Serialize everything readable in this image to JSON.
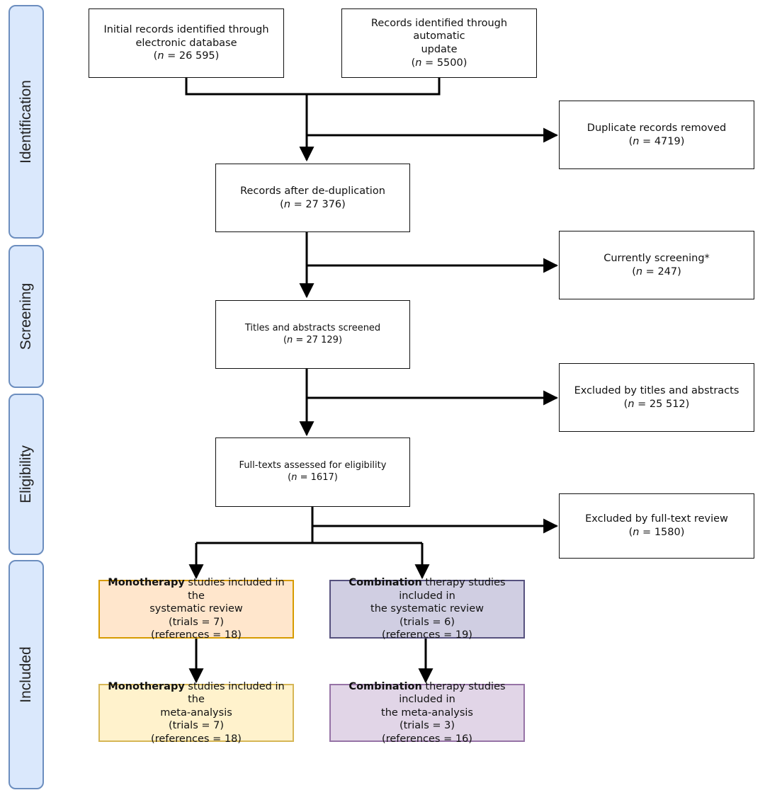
{
  "stages": {
    "identification": "Identification",
    "screening": "Screening",
    "eligibility": "Eligibility",
    "included": "Included"
  },
  "boxes": {
    "initial": {
      "line1": "Initial records identified through",
      "line2": "electronic database",
      "n": "26 595"
    },
    "automatic": {
      "line1": "Records identified through automatic",
      "line2": "update",
      "n": "5500"
    },
    "duplicates": {
      "line1": "Duplicate records removed",
      "n": "4719"
    },
    "dedup": {
      "line1": "Records after de-duplication",
      "n": "27 376"
    },
    "current": {
      "line1": "Currently screening*",
      "n": "247"
    },
    "titles": {
      "line1": "Titles and abstracts screened",
      "n": "27 129"
    },
    "excl_titles": {
      "line1": "Excluded by titles and abstracts",
      "n": "25 512"
    },
    "fulltext": {
      "line1": "Full-texts assessed for eligibility",
      "n": "1617"
    },
    "excl_fulltext": {
      "line1": "Excluded by full-text review",
      "n": "1580"
    },
    "mono_sr": {
      "bold": "Monotherapy",
      "rest": " studies included in the",
      "line2": "systematic review",
      "trials": "(trials = 7)",
      "refs": "(references = 18)"
    },
    "comb_sr": {
      "bold": "Combination",
      "rest": " therapy studies included in",
      "line2": "the systematic review",
      "trials": "(trials = 6)",
      "refs": "(references = 19)"
    },
    "mono_ma": {
      "bold": "Monotherapy",
      "rest": " studies included in the",
      "line2": "meta-analysis",
      "trials": "(trials = 7)",
      "refs": "(references = 18)"
    },
    "comb_ma": {
      "bold": "Combination",
      "rest": " therapy studies included in",
      "line2": "the meta-analysis",
      "trials": "(trials = 3)",
      "refs": "(references = 16)"
    }
  },
  "n_prefix": "n",
  "n_eq": " = ",
  "colors": {
    "stage_fill": "#dae8fc",
    "stage_border": "#6c8ebf",
    "mono_sr": "#ffe6cc",
    "mono_ma": "#fff2cc",
    "comb_sr": "#d0cee2",
    "comb_ma": "#e1d5e7"
  }
}
